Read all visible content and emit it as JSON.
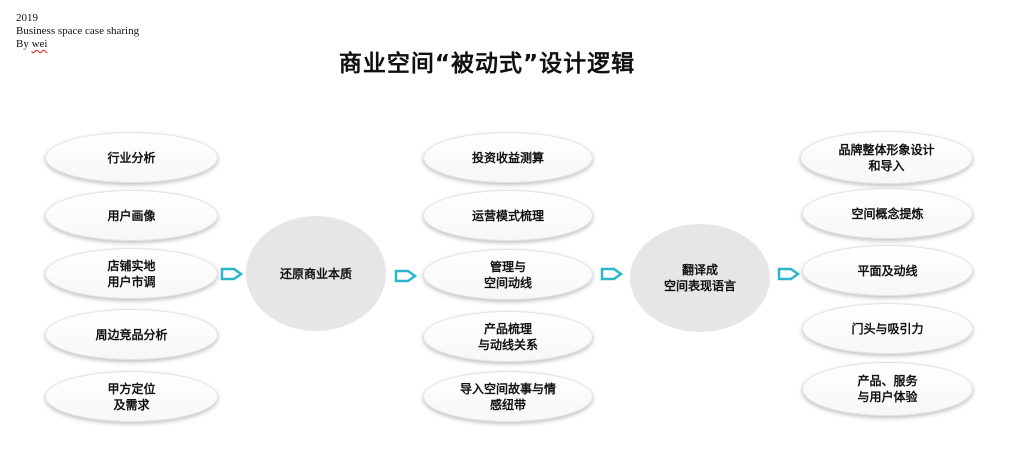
{
  "header": {
    "year": "2019",
    "subtitle": "Business space case sharing",
    "author_prefix": "By ",
    "author_name": "wei"
  },
  "title": "商业空间“被动式”设计逻辑",
  "columns": [
    {
      "items": [
        "行业分析",
        "用户画像",
        "店铺实地\n用户市调",
        "周边竞品分析",
        "甲方定位\n及需求"
      ]
    },
    {
      "items": [
        "投资收益测算",
        "运营模式梳理",
        "管理与\n空间动线",
        "产品梳理\n与动线关系",
        "导入空间故事与情\n感纽带"
      ]
    },
    {
      "items": [
        "品牌整体形象设计\n和导入",
        "空间概念提炼",
        "平面及动线",
        "门头与吸引力",
        "产品、服务\n与用户体验"
      ]
    }
  ],
  "hubs": [
    "还原商业本质",
    "翻译成\n空间表现语言"
  ],
  "colors": {
    "arrow": "#2bb7c9",
    "hub_fill": "#e6e6e6"
  }
}
